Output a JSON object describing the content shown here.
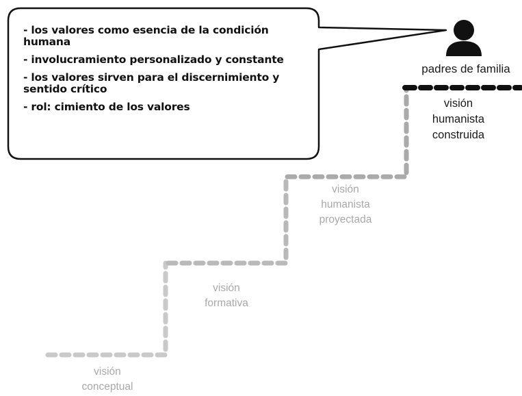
{
  "bubble": {
    "items": [
      "- los valores como esencia de la condición humana",
      "- involucramiento personalizado y constante",
      "- los valores sirven para el discernimiento y sentido crítico",
      "- rol: cimiento de los valores"
    ]
  },
  "actor": {
    "icon": "person-icon",
    "label": "padres de familia"
  },
  "steps": [
    {
      "label": "visión\nconceptual",
      "color": "#a8a8a8"
    },
    {
      "label": "visión\nformativa",
      "color": "#a8a8a8"
    },
    {
      "label": "visión\nhumanista\nproyectada",
      "color": "#a8a8a8"
    },
    {
      "label": "visión\nhumanista\nconstruida",
      "color": "#1a1a1a"
    }
  ]
}
